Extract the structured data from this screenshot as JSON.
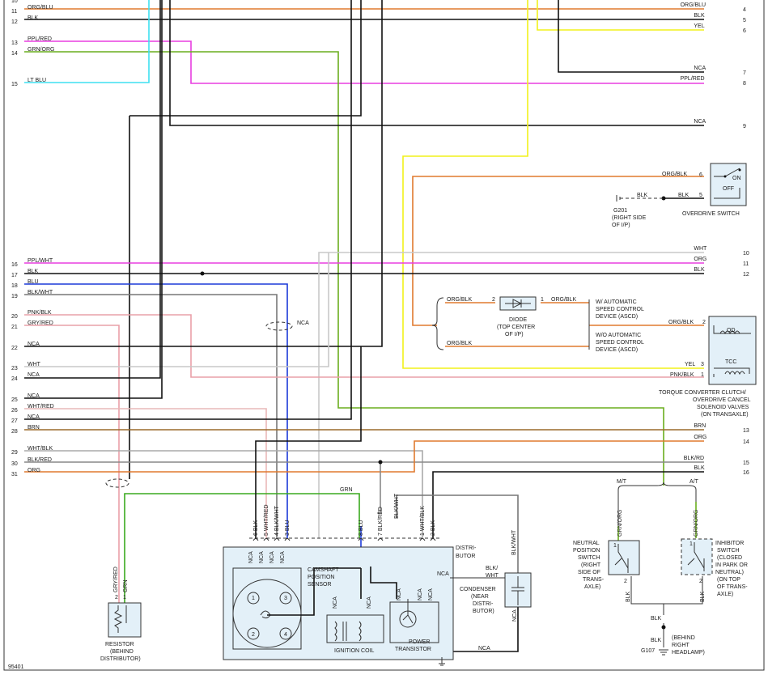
{
  "wire_colors": {
    "ORG/BLU": "#e07a2e",
    "BLK": "#111111",
    "YEL": "#f2f21a",
    "NCA": "#111111",
    "PPL/RED": "#e83ee0",
    "GRN/ORG": "#6aae1e",
    "LT BLU": "#3ee0f0",
    "PPL/WHT": "#e83ee0",
    "BLU": "#1c3ad8",
    "BLK/WHT": "#777777",
    "PNK/BLK": "#e9a0a8",
    "GRY/RED": "#e9a0a8",
    "WHT": "#c8c8c8",
    "WHT/RED": "#e9b8b8",
    "BRN": "#9a6a2a",
    "WHT/BLK": "#aaaaaa",
    "BLK/RED": "#888888",
    "ORG": "#e07a2e",
    "GRN": "#3aaa1e",
    "ORG/BLK": "#e07a2e",
    "BLK/RD": "#888888"
  },
  "left_pins": [
    {
      "num": "10",
      "label": ""
    },
    {
      "num": "11",
      "label": "ORG/BLU"
    },
    {
      "num": "12",
      "label": "BLK"
    },
    {
      "num": "13",
      "label": "PPL/RED"
    },
    {
      "num": "14",
      "label": "GRN/ORG"
    },
    {
      "num": "15",
      "label": "LT BLU"
    },
    {
      "num": "16",
      "label": "PPL/WHT"
    },
    {
      "num": "17",
      "label": "BLK"
    },
    {
      "num": "18",
      "label": "BLU"
    },
    {
      "num": "19",
      "label": "BLK/WHT"
    },
    {
      "num": "20",
      "label": "PNK/BLK"
    },
    {
      "num": "21",
      "label": "GRY/RED"
    },
    {
      "num": "22",
      "label": "NCA"
    },
    {
      "num": "23",
      "label": "WHT"
    },
    {
      "num": "24",
      "label": "NCA"
    },
    {
      "num": "25",
      "label": "NCA"
    },
    {
      "num": "26",
      "label": "WHT/RED"
    },
    {
      "num": "27",
      "label": "NCA"
    },
    {
      "num": "28",
      "label": "BRN"
    },
    {
      "num": "29",
      "label": "WHT/BLK"
    },
    {
      "num": "30",
      "label": "BLK/RED"
    },
    {
      "num": "31",
      "label": "ORG"
    }
  ],
  "right_pins": [
    {
      "num": "4",
      "label": "ORG/BLU"
    },
    {
      "num": "5",
      "label": "BLK"
    },
    {
      "num": "6",
      "label": "YEL"
    },
    {
      "num": "7",
      "label": "NCA"
    },
    {
      "num": "8",
      "label": "PPL/RED"
    },
    {
      "num": "9",
      "label": "NCA"
    },
    {
      "num": "10",
      "label": "WHT"
    },
    {
      "num": "11",
      "label": "ORG"
    },
    {
      "num": "12",
      "label": "BLK"
    },
    {
      "num": "13",
      "label": "BRN"
    },
    {
      "num": "14",
      "label": "ORG"
    },
    {
      "num": "15",
      "label": "BLK/RD"
    },
    {
      "num": "16",
      "label": "BLK"
    }
  ],
  "overdrive_switch": {
    "title": "OVERDRIVE SWITCH",
    "on": "ON",
    "off": "OFF",
    "pin6": "6",
    "pin5": "5",
    "wire6": "ORG/BLK",
    "wire5": "BLK",
    "ground_wire": "BLK",
    "ground_name": "G201",
    "ground_loc1": "(RIGHT SIDE",
    "ground_loc2": "OF I/P)"
  },
  "diode": {
    "title": "DIODE",
    "loc1": "(TOP CENTER",
    "loc2": "OF I/P)",
    "pin2": "2",
    "pin1": "1",
    "wire_left": "ORG/BLK",
    "wire_right": "ORG/BLK",
    "with_ascd": [
      "W/ AUTOMATIC",
      "SPEED CONTROL",
      "DEVICE (ASCD)"
    ],
    "without_ascd": [
      "W/O AUTOMATIC",
      "SPEED CONTROL",
      "DEVICE (ASCD)"
    ],
    "bypass_wire": "ORG/BLK"
  },
  "solenoid": {
    "label_lines": [
      "TORQUE CONVERTER CLUTCH/",
      "OVERDRIVE CANCEL",
      "SOLENOID VALVES",
      "(ON TRANSAXLE)"
    ],
    "od": "OD",
    "tcc": "TCC",
    "pin2": "2",
    "pin3": "3",
    "pin1": "1",
    "wire2": "ORG/BLK",
    "wire3": "YEL",
    "wire1": "PNK/BLK"
  },
  "splice_nca": "NCA",
  "distributor": {
    "title_lines": [
      "DISTRI-",
      "BUTOR"
    ],
    "sensor_lines": [
      "CAMSHAFT",
      "POSITION",
      "SENSOR"
    ],
    "coil": "IGNITION COIL",
    "transistor_lines": [
      "POWER",
      "TRANSISTOR"
    ],
    "sensor_positions": [
      "1",
      "2",
      "3",
      "4"
    ],
    "pins": [
      {
        "num": "6",
        "wire": "BLK"
      },
      {
        "num": "5",
        "wire": "WHT/RED"
      },
      {
        "num": "4",
        "wire": "BLK/WHT"
      },
      {
        "num": "3",
        "wire": "BLU"
      },
      {
        "num": "8",
        "wire": "BLU"
      },
      {
        "num": "7",
        "wire": "BLK/RED"
      },
      {
        "num": "1",
        "wire": "WHT/BLK"
      },
      {
        "num": "2",
        "wire": "BLK"
      }
    ],
    "nca_labels": [
      "NCA",
      "NCA",
      "NCA",
      "NCA",
      "NCA",
      "NCA",
      "NCA",
      "NCA",
      "NCA"
    ],
    "grn_wire": "GRN",
    "blk_wht_label": "BLK/WHT"
  },
  "condenser": {
    "lines": [
      "CONDENSER",
      "(NEAR",
      "DISTRI-",
      "BUTOR)"
    ],
    "wire_top": "BLK/WHT",
    "wire_side": "BLK/",
    "wire_side2": "WHT",
    "nca_1": "NCA",
    "nca_2": "NCA",
    "nca_bottom": "NCA"
  },
  "resistor": {
    "lines": [
      "RESISTOR",
      "(BEHIND",
      "DISTRIBUTOR)"
    ],
    "pin2": "2",
    "pin1": "1",
    "wire_left": "GRY/RED",
    "wire_right": "GRN"
  },
  "neutral_switch": {
    "header": "M/T",
    "wire_top": "GRN/ORG",
    "wire_bottom": "BLK",
    "pin1": "1",
    "pin2": "2",
    "lines": [
      "NEUTRAL",
      "POSITION",
      "SWITCH",
      "(RIGHT",
      "SIDE OF",
      "TRANS-",
      "AXLE)"
    ]
  },
  "inhibitor_switch": {
    "header": "A/T",
    "wire_top": "GRN/ORG",
    "wire_bottom": "BLK",
    "pin1": "1",
    "pin2": "2",
    "lines": [
      "INHIBITOR",
      "SWITCH",
      "(CLOSED",
      "IN PARK OR",
      "NEUTRAL)",
      "(ON TOP",
      "OF TRANS-",
      "AXLE)"
    ]
  },
  "ground_g107": {
    "wire": "BLK",
    "wire2": "BLK",
    "name": "G107",
    "loc1": "(BEHIND",
    "loc2": "RIGHT",
    "loc3": "HEADLAMP)"
  },
  "figure_number": "95401"
}
